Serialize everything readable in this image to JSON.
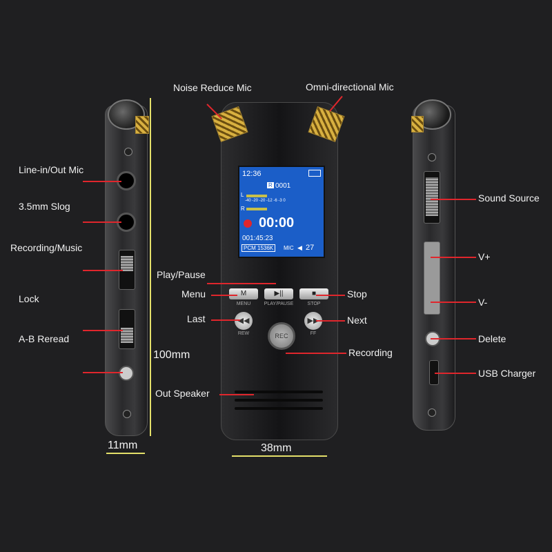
{
  "labels": {
    "noise_reduce_mic": "Noise Reduce Mic",
    "omni_mic": "Omni-directional Mic",
    "line_in": "Line-in/Out Mic",
    "slog": "3.5mm Slog",
    "rec_music": "Recording/Music",
    "lock": "Lock",
    "ab_reread": "A-B Reread",
    "play_pause": "Play/Pause",
    "menu": "Menu",
    "last": "Last",
    "out_speaker": "Out Speaker",
    "stop": "Stop",
    "next": "Next",
    "recording": "Recording",
    "sound_source": "Sound Source",
    "v_plus": "V+",
    "v_minus": "V-",
    "delete": "Delete",
    "usb": "USB Charger"
  },
  "dimensions": {
    "height": "100mm",
    "width": "38mm",
    "depth": "11mm"
  },
  "screen": {
    "time": "12:36",
    "track": "0001",
    "track_icon": "R",
    "scale": "-40 -20 -20 -12 -6 -3 0",
    "ch_l": "L",
    "ch_r": "R",
    "counter": "00:00",
    "elapsed": "001:45:23",
    "format": "PCM 1536K",
    "source": "MIC",
    "volume": "27"
  },
  "buttons": {
    "menu_face": "M",
    "menu_cap": "MENU",
    "play_face": "▶||",
    "play_cap": "PLAY/PAUSE",
    "stop_face": "■",
    "stop_cap": "STOP",
    "rew_face": "◀◀",
    "rew_cap": "REW",
    "ff_face": "▶▶",
    "ff_cap": "FF",
    "rec_face": "REC"
  },
  "colors": {
    "pointer": "#e0262c",
    "dimension": "#e4e06a",
    "screen": "#1b5ec8"
  }
}
